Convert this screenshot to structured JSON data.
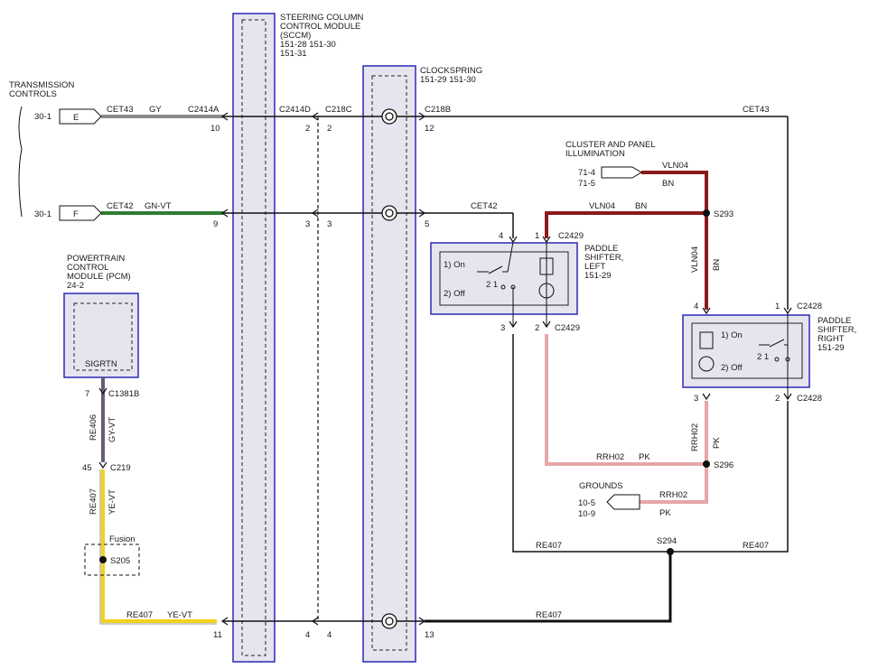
{
  "modules": {
    "transmission": {
      "title": "TRANSMISSION CONTROLS",
      "pins": [
        {
          "page": "30-1",
          "letter": "E"
        },
        {
          "page": "30-1",
          "letter": "F"
        }
      ]
    },
    "sccm": {
      "title_lines": [
        "STEERING COLUMN",
        "CONTROL MODULE",
        "(SCCM)",
        "151-28  151-30",
        "151-31"
      ]
    },
    "clockspring": {
      "title_lines": [
        "CLOCKSPRING",
        "151-29  151-30"
      ]
    },
    "pcm": {
      "title_lines": [
        "POWERTRAIN",
        "CONTROL",
        "MODULE (PCM)",
        "24-2"
      ],
      "pin_label": "SIGRTN"
    },
    "cluster": {
      "title_lines": [
        "CLUSTER AND PANEL",
        "ILLUMINATION"
      ],
      "refs": [
        "71-4",
        "71-5"
      ]
    },
    "grounds": {
      "title": "GROUNDS",
      "refs": [
        "10-5",
        "10-9"
      ]
    },
    "paddle_left": {
      "title_lines": [
        "PADDLE",
        "SHIFTER,",
        "LEFT",
        "151-29"
      ],
      "on": "1) On",
      "off": "2) Off",
      "nums": "2  1"
    },
    "paddle_right": {
      "title_lines": [
        "PADDLE",
        "SHIFTER,",
        "RIGHT",
        "151-29"
      ],
      "on": "1) On",
      "off": "2) Off",
      "nums": "2  1"
    }
  },
  "circuits": {
    "cet43": "CET43",
    "gy": "GY",
    "cet42": "CET42",
    "gnvt": "GN-VT",
    "vln04": "VLN04",
    "bn": "BN",
    "rrh02": "RRH02",
    "pk": "PK",
    "re407": "RE407",
    "yevt": "YE-VT",
    "re406": "RE406",
    "gyvt": "GY-VT"
  },
  "connectors": {
    "c2414a": "C2414A",
    "c2414d": "C2414D",
    "c218c": "C218C",
    "c218b": "C218B",
    "c2429": "C2429",
    "c2428": "C2428",
    "c1381b": "C1381B",
    "c219": "C219"
  },
  "splices": {
    "s293": "S293",
    "s296": "S296",
    "s294": "S294",
    "s205": "S205",
    "fusion": "Fusion"
  },
  "pin_numbers": {
    "p10": "10",
    "p2": "2",
    "p12": "12",
    "p9": "9",
    "p3": "3",
    "p5": "5",
    "p11": "11",
    "p4": "4",
    "p13": "13",
    "p7": "7",
    "p45": "45",
    "p1": "1"
  },
  "colors": {
    "gray_wire": "#8a8a8a",
    "green_wire": "#2e7d32",
    "brown_wire": "#8b1a1a",
    "pink_wire": "#e8a6a6",
    "yellow_wire": "#f2d21b",
    "violet_wire": "#6a5a78",
    "module_border": "#2a2ab5",
    "module_fill": "#e6e4ee",
    "black": "#111111"
  }
}
